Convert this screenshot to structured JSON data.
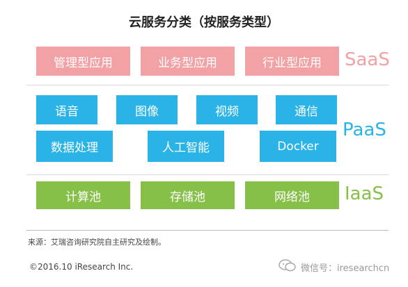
{
  "title": "云服务分类（按服务类型）",
  "layers": {
    "saas": {
      "label": "SaaS",
      "items": [
        "管理型应用",
        "业务型应用",
        "行业型应用"
      ]
    },
    "paas": {
      "label": "PaaS",
      "items": [
        "语音",
        "图像",
        "视频",
        "通信",
        "数据处理",
        "人工智能",
        "Docker"
      ]
    },
    "iaas": {
      "label": "IaaS",
      "items": [
        "计算池",
        "存储池",
        "网络池"
      ]
    }
  },
  "colors": {
    "saas": "#f2a1a4",
    "paas": "#2ab3e6",
    "iaas": "#86c049"
  },
  "footer": {
    "source": "来源：艾瑞咨询研究院自主研究及绘制。",
    "copyright": "©2016.10 iResearch Inc.",
    "watermark": "微信号：iresearchcn",
    "watermark_icon": "wechat-icon"
  }
}
